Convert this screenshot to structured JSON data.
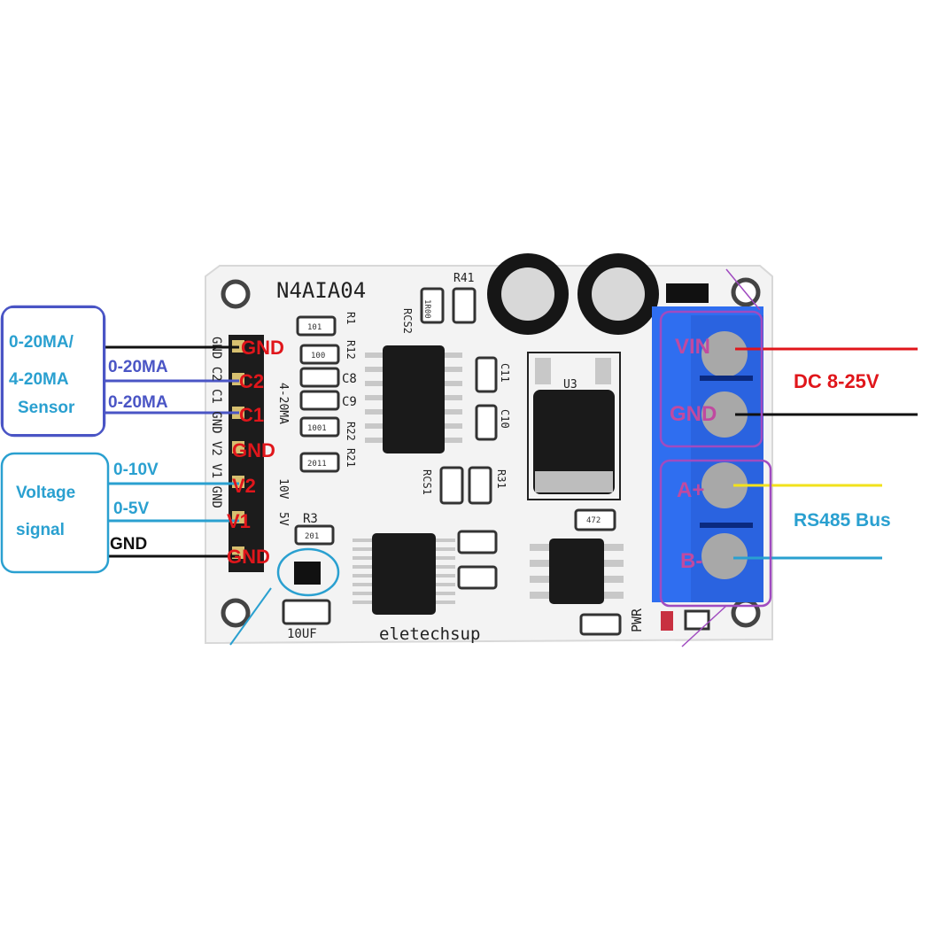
{
  "board": {
    "model": "N4AIA04",
    "brand": "eletechsup",
    "silk": {
      "r41": "R41",
      "rcs2": "RCS2",
      "r1": "R1",
      "r12": "R12",
      "c8": "C8",
      "c9": "C9",
      "r22": "R22",
      "r21": "R21",
      "c11": "C11",
      "c10": "C10",
      "u3": "U3",
      "r31": "R31",
      "rcs1": "RCS1",
      "r3": "R3",
      "cap10uf": "10UF",
      "pwr": "PWR",
      "range_ma": "4-20MA",
      "range_10v": "10V",
      "range_5v": "5V",
      "side_pins": "GND C2 C1 GND V2 V1 GND",
      "smd_101": "101",
      "smd_100": "100",
      "smd_1001": "1001",
      "smd_2011": "2011",
      "smd_1r00": "1R00",
      "smd_472": "472",
      "smd_201": "201"
    }
  },
  "pins": [
    "GND",
    "C2",
    "C1",
    "GND",
    "V2",
    "V1",
    "GND"
  ],
  "terminals": [
    "VIN",
    "GND",
    "A+",
    "B-"
  ],
  "left": {
    "sensor_title_1": "0-20MA/",
    "sensor_title_2": "4-20MA",
    "sensor_title_3": "Sensor",
    "c2_wire": "0-20MA",
    "c1_wire": "0-20MA",
    "voltage_title_1": "Voltage",
    "voltage_title_2": "signal",
    "v2_wire": "0-10V",
    "v1_wire": "0-5V",
    "gnd_wire": "GND"
  },
  "right": {
    "power": "DC 8-25V",
    "bus": "RS485 Bus"
  },
  "colors": {
    "pcb": "#f4f4f4",
    "pin_label": "#e0161b",
    "wire_black": "#111111",
    "wire_blue": "#4a55c5",
    "wire_cyan": "#2aa0d0",
    "wire_red": "#e0161b",
    "wire_yellow": "#f2e21b",
    "terminal_block": "#2f6ef0",
    "box_magenta": "#a04bc0"
  }
}
